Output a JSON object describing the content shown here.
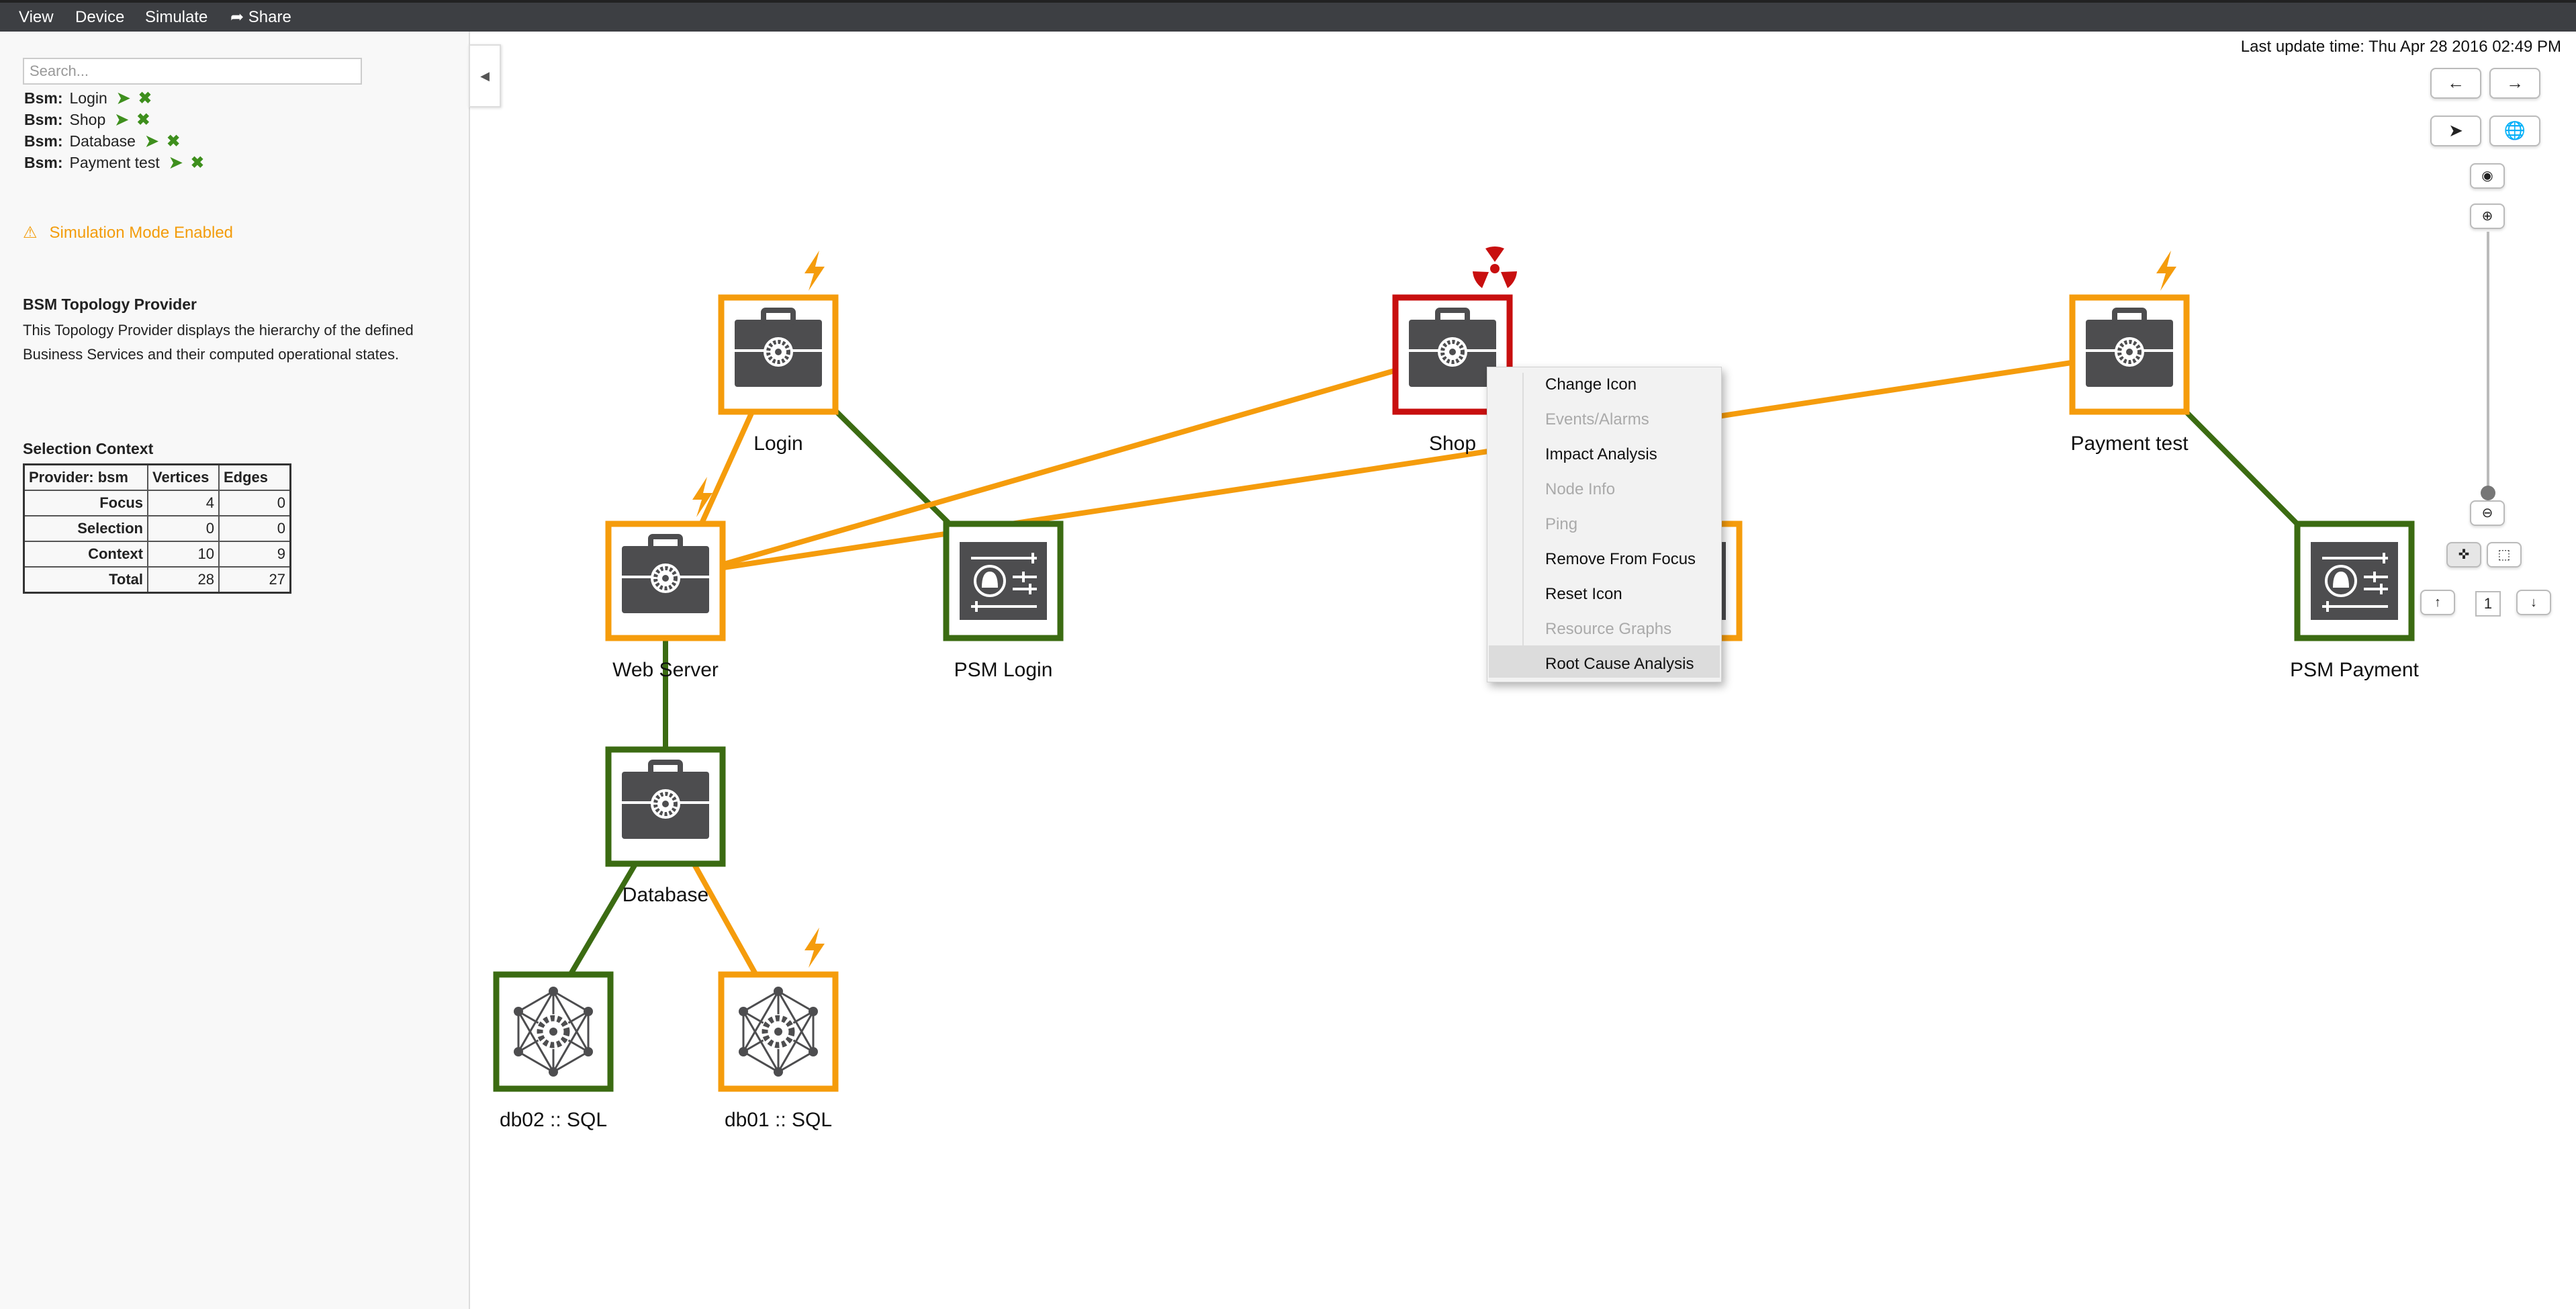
{
  "menubar": {
    "items": [
      {
        "label": "View"
      },
      {
        "label": "Device"
      },
      {
        "label": "Simulate"
      },
      {
        "label": "Share",
        "icon": "share-icon"
      }
    ]
  },
  "sidebar": {
    "search_placeholder": "Search...",
    "focus_items": [
      {
        "prefix": "Bsm:",
        "name": "Login"
      },
      {
        "prefix": "Bsm:",
        "name": "Shop"
      },
      {
        "prefix": "Bsm:",
        "name": "Database"
      },
      {
        "prefix": "Bsm:",
        "name": "Payment test"
      }
    ],
    "simulation_notice": "Simulation Mode Enabled",
    "provider_title": "BSM Topology Provider",
    "provider_description": "This Topology Provider displays the hierarchy of the defined Business Services and their computed operational states.",
    "selection_context_title": "Selection Context",
    "selection_table": {
      "headers": [
        "Provider: bsm",
        "Vertices",
        "Edges"
      ],
      "rows": [
        {
          "label": "Focus",
          "vertices": "4",
          "edges": "0"
        },
        {
          "label": "Selection",
          "vertices": "0",
          "edges": "0"
        },
        {
          "label": "Context",
          "vertices": "10",
          "edges": "9"
        },
        {
          "label": "Total",
          "vertices": "28",
          "edges": "27"
        }
      ]
    }
  },
  "topology": {
    "last_update": "Last update time: Thu Apr 28 2016 02:49 PM",
    "semantic_zoom_level": "1",
    "colors": {
      "warning": "#f59c0c",
      "normal": "#3b6b12",
      "critical": "#c80f0f",
      "icon": "#4d4d4f"
    },
    "nodes": [
      {
        "id": "login",
        "label": "Login",
        "icon": "briefcase-icon",
        "status": "warning",
        "badge": "lightning-icon"
      },
      {
        "id": "shop",
        "label": "Shop",
        "icon": "briefcase-icon",
        "status": "critical",
        "badge": "radiation-icon"
      },
      {
        "id": "payment-test",
        "label": "Payment test",
        "icon": "briefcase-icon",
        "status": "warning",
        "badge": "lightning-icon"
      },
      {
        "id": "web-server",
        "label": "Web Server",
        "icon": "briefcase-icon",
        "status": "warning",
        "badge": "lightning-icon"
      },
      {
        "id": "psm-login",
        "label": "PSM Login",
        "icon": "alarm-panel-icon",
        "status": "normal"
      },
      {
        "id": "hidden-node",
        "label": "",
        "icon": "alarm-panel-icon",
        "status": "warning"
      },
      {
        "id": "psm-payment",
        "label": "PSM Payment",
        "icon": "alarm-panel-icon",
        "status": "normal"
      },
      {
        "id": "database",
        "label": "Database",
        "icon": "briefcase-icon",
        "status": "normal"
      },
      {
        "id": "db02",
        "label": "db02 :: SQL",
        "icon": "network-gear-icon",
        "status": "normal"
      },
      {
        "id": "db01",
        "label": "db01 :: SQL",
        "icon": "network-gear-icon",
        "status": "warning",
        "badge": "lightning-icon"
      }
    ],
    "edges": [
      {
        "from": "login",
        "to": "web-server",
        "status": "warning"
      },
      {
        "from": "login",
        "to": "psm-login",
        "status": "normal"
      },
      {
        "from": "shop",
        "to": "web-server",
        "status": "warning"
      },
      {
        "from": "payment-test",
        "to": "web-server",
        "status": "warning"
      },
      {
        "from": "payment-test",
        "to": "psm-payment",
        "status": "normal"
      },
      {
        "from": "web-server",
        "to": "database",
        "status": "normal"
      },
      {
        "from": "database",
        "to": "db02",
        "status": "normal"
      },
      {
        "from": "database",
        "to": "db01",
        "status": "warning"
      }
    ]
  },
  "context_menu": {
    "items": [
      {
        "label": "Change Icon",
        "enabled": true
      },
      {
        "label": "Events/Alarms",
        "enabled": false
      },
      {
        "label": "Impact Analysis",
        "enabled": true
      },
      {
        "label": "Node Info",
        "enabled": false
      },
      {
        "label": "Ping",
        "enabled": false
      },
      {
        "label": "Remove From Focus",
        "enabled": true
      },
      {
        "label": "Reset Icon",
        "enabled": true
      },
      {
        "label": "Resource Graphs",
        "enabled": false
      },
      {
        "label": "Root Cause Analysis",
        "enabled": true,
        "highlighted": true
      }
    ]
  }
}
